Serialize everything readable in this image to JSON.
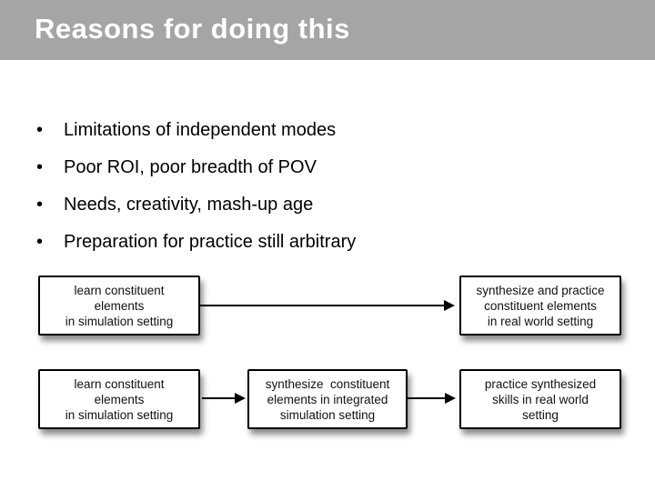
{
  "slide": {
    "title": "Reasons for doing this"
  },
  "bullets": [
    {
      "marker": "•",
      "text": "Limitations of independent modes"
    },
    {
      "marker": "•",
      "text": "Poor ROI, poor breadth of POV"
    },
    {
      "marker": "•",
      "text": "Needs, creativity, mash-up age"
    },
    {
      "marker": "•",
      "text": "Preparation for practice still arbitrary"
    }
  ],
  "diagram": {
    "boxes": [
      {
        "id": "learn-simulation-top",
        "lines": [
          "learn constituent",
          "elements",
          "in simulation setting"
        ]
      },
      {
        "id": "synthesize-practice-real-world",
        "lines": [
          "synthesize and practice",
          "constituent elements",
          "in real world setting"
        ]
      },
      {
        "id": "learn-simulation-bottom",
        "lines": [
          "learn constituent",
          "elements",
          "in simulation setting"
        ]
      },
      {
        "id": "synthesize-integrated-simulation",
        "lines": [
          "synthesize  constituent",
          "elements in integrated",
          "simulation setting"
        ]
      },
      {
        "id": "practice-synthesized-real-world",
        "lines": [
          "practice synthesized",
          "skills in real world",
          "setting"
        ]
      }
    ],
    "arrows": [
      {
        "from": "learn-simulation-top",
        "to": "synthesize-practice-real-world"
      },
      {
        "from": "learn-simulation-bottom",
        "to": "synthesize-integrated-simulation"
      },
      {
        "from": "synthesize-integrated-simulation",
        "to": "practice-synthesized-real-world"
      }
    ]
  },
  "colors": {
    "header_bg": "#a5a5a5",
    "header_text": "#ffffff",
    "body_bg": "#ffffff",
    "text": "#000000",
    "box_border": "#000000",
    "box_fill": "#ffffff"
  }
}
